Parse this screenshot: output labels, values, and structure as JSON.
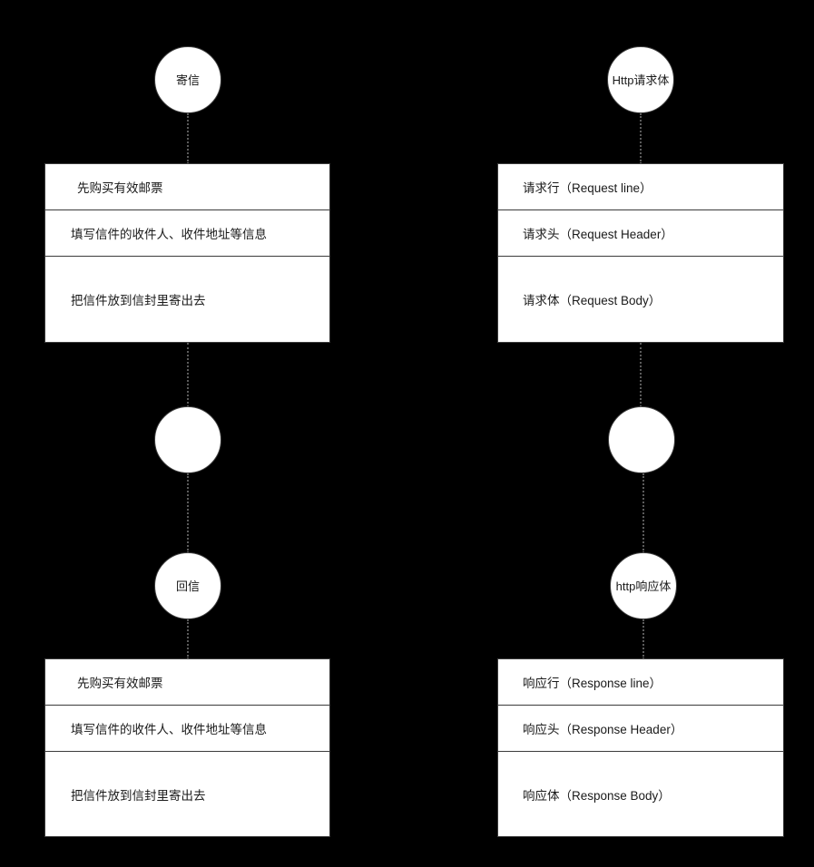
{
  "diagram": {
    "title": "",
    "background_color": "#000000",
    "node_fill_color": "#ffffff",
    "stroke_color": "#3b3b3b",
    "connector_color": "#5b5b5b",
    "text_color": "#1a1a1a",
    "columns": [
      {
        "id": "mail-analogy",
        "nodes": {
          "start_circle": "寄信",
          "middle_circle": "",
          "reply_circle": "回信"
        },
        "request_box": {
          "rows": [
            "先购买有效邮票",
            "填写信件的收件人、收件地址等信息",
            "把信件放到信封里寄出去"
          ]
        },
        "response_box": {
          "rows": [
            "先购买有效邮票",
            "填写信件的收件人、收件地址等信息",
            "把信件放到信封里寄出去"
          ]
        }
      },
      {
        "id": "http-protocol",
        "nodes": {
          "start_circle": "Http请求体",
          "middle_circle": "",
          "reply_circle": "http响应体"
        },
        "request_box": {
          "rows": [
            "请求行（Request line）",
            "请求头（Request Header）",
            "请求体（Request Body）"
          ]
        },
        "response_box": {
          "rows": [
            "响应行（Response line）",
            "响应头（Response Header）",
            "响应体（Response Body）"
          ]
        }
      }
    ]
  }
}
